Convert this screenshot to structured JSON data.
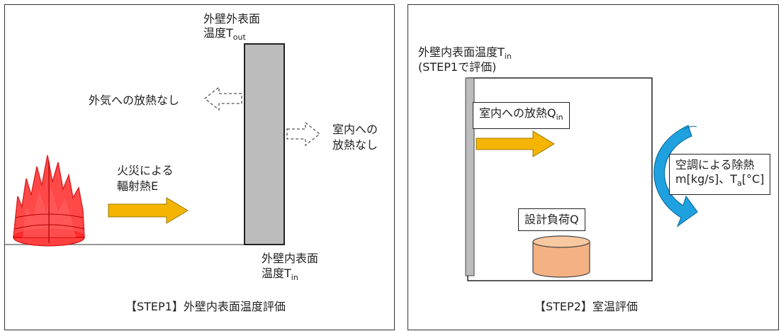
{
  "step1": {
    "outer_surface_label": "外壁外表面",
    "outer_temp_label": "温度T",
    "outer_temp_sub": "out",
    "no_outdoor_heat": "外気への放熱なし",
    "no_indoor_heat_line1": "室内への",
    "no_indoor_heat_line2": "放熱なし",
    "fire_line1": "火災による",
    "fire_line2": "輻射熱E",
    "inner_surface_label": "外壁内表面",
    "inner_temp_label": "温度T",
    "inner_temp_sub": "in",
    "caption": "【STEP1】外壁内表面温度評価"
  },
  "step2": {
    "wall_label": "外壁内表面温度T",
    "wall_label_sub": "in",
    "wall_note": "(STEP1で評価)",
    "indoor_heat_label": "室内への放熱Q",
    "indoor_heat_sub": "in",
    "ac_line1": "空調による除熱",
    "ac_line2a": "m[kg/s]、T",
    "ac_line2_sub": "a",
    "ac_line2b": "[°C]",
    "design_load": "設計負荷Q",
    "caption": "【STEP2】室温評価"
  },
  "colors": {
    "wall_fill": "#bcbcbc",
    "arrow_fill": "#f4b400",
    "fire_red": "#ff2020",
    "ac_blue": "#1fa1e0",
    "load_fill": "#f4b183"
  }
}
